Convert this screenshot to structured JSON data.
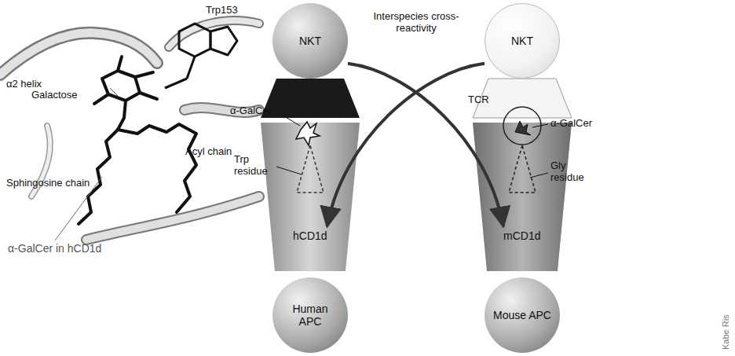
{
  "diagram": {
    "nodes": [
      {
        "text": [
          "NKT"
        ]
      },
      {
        "text": [
          "hCD1d"
        ]
      },
      {
        "text": [
          "Human APC"
        ]
      },
      {
        "text": [
          "NKT"
        ]
      },
      {
        "text": [
          "mCD1d"
        ]
      },
      {
        "text": [
          "Mouse APC"
        ]
      }
    ],
    "edges": [
      {
        "from": 0,
        "to": 4,
        "arrow": "to"
      },
      {
        "from": 3,
        "to": 1,
        "arrow": "to"
      }
    ],
    "labels": [
      "Trp153",
      "α2 helix",
      "Galactose",
      "Acyl chain",
      "Sphingosine chain",
      "α-GalCer in hCD1d",
      "Interspecies cross-reactivity",
      "α-GalCer",
      "Trp residue",
      "TCR",
      "α-GalCer",
      "Gly residue",
      "Kabe Ris"
    ]
  }
}
